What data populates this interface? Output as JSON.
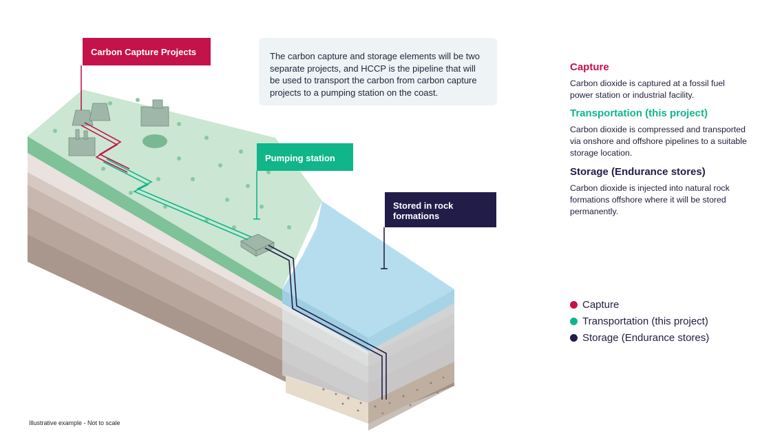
{
  "colors": {
    "capture": "#c4124a",
    "transport": "#10b58a",
    "storage": "#221d48",
    "land": "#cbe6d2",
    "sea": "#9ed0e4"
  },
  "callouts": {
    "capture": "Carbon Capture Projects",
    "pumping": "Pumping station",
    "stored": "Stored in rock formations"
  },
  "info_box": "The carbon capture and storage elements will be two separate projects, and HCCP is the pipeline that will be used to transport the carbon from carbon capture projects to a pumping station on the coast.",
  "sidebar": [
    {
      "heading": "Capture",
      "text": "Carbon dioxide is captured at a fossil fuel power station or industrial facility.",
      "color": "#c4124a"
    },
    {
      "heading": "Transportation (this project)",
      "text": "Carbon dioxide is compressed and transported via onshore and offshore pipelines to a suitable storage location.",
      "color": "#10b58a"
    },
    {
      "heading": "Storage (Endurance stores)",
      "text": "Carbon dioxide is injected into natural rock formations offshore where it will be stored permanently.",
      "color": "#221d48"
    }
  ],
  "legend": [
    {
      "label": "Capture",
      "color": "#c4124a"
    },
    {
      "label": "Transportation (this project)",
      "color": "#10b58a"
    },
    {
      "label": "Storage (Endurance stores)",
      "color": "#221d48"
    }
  ],
  "footnote": "Illustrative example - Not to scale"
}
